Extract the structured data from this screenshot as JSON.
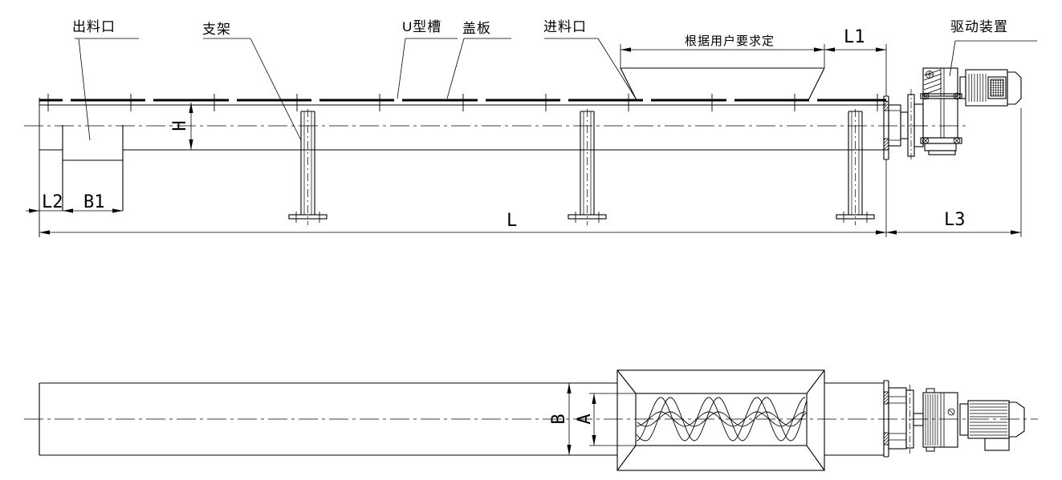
{
  "part_labels": {
    "outlet": "出料口",
    "support": "支架",
    "u_trough": "U型槽",
    "cover_plate": "盖板",
    "inlet": "进料口",
    "per_user_note": "根据用户要求定",
    "drive_unit": "驱动装置"
  },
  "dimensions": {
    "H": "H",
    "L": "L",
    "L1": "L1",
    "L2": "L2",
    "L3": "L3",
    "B1": "B1",
    "A": "A",
    "B": "B"
  },
  "colors": {
    "line": "#000000",
    "background": "#ffffff"
  }
}
